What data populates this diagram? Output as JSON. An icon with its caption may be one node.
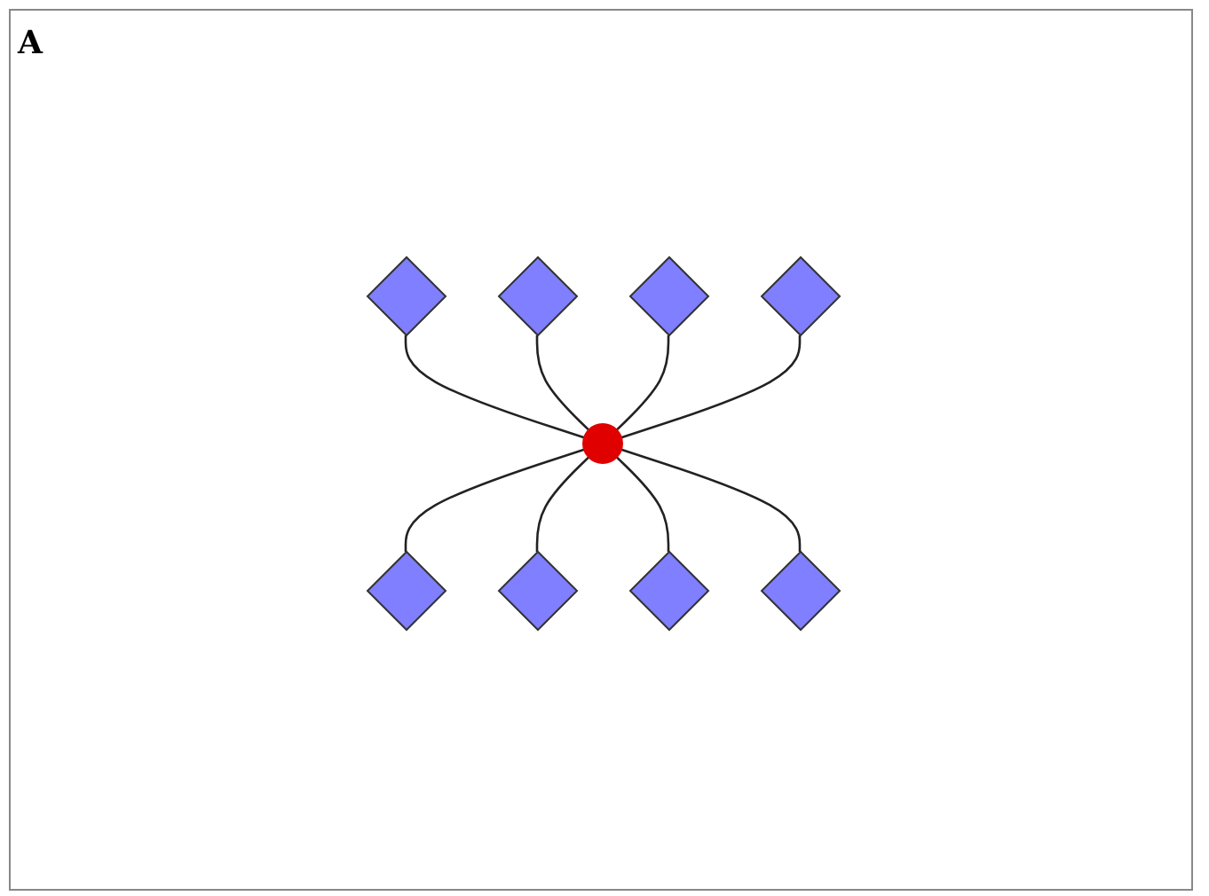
{
  "diagram": {
    "nodes": [
      {
        "text": [],
        "shape": "diamond"
      },
      {
        "text": [],
        "shape": "diamond"
      },
      {
        "text": [],
        "shape": "diamond"
      },
      {
        "text": [],
        "shape": "diamond"
      },
      {
        "text": [],
        "shape": "circle"
      },
      {
        "text": [],
        "shape": "diamond"
      },
      {
        "text": [],
        "shape": "diamond"
      },
      {
        "text": [],
        "shape": "diamond"
      },
      {
        "text": [],
        "shape": "diamond"
      }
    ],
    "edges": [
      {
        "from": 0,
        "to": 4,
        "arrow": "none"
      },
      {
        "from": 1,
        "to": 4,
        "arrow": "none"
      },
      {
        "from": 2,
        "to": 4,
        "arrow": "none"
      },
      {
        "from": 3,
        "to": 4,
        "arrow": "none"
      },
      {
        "from": 4,
        "to": 5,
        "arrow": "none"
      },
      {
        "from": 4,
        "to": 6,
        "arrow": "none"
      },
      {
        "from": 4,
        "to": 7,
        "arrow": "none"
      },
      {
        "from": 4,
        "to": 8,
        "arrow": "none"
      }
    ],
    "labels": [
      "A"
    ]
  }
}
